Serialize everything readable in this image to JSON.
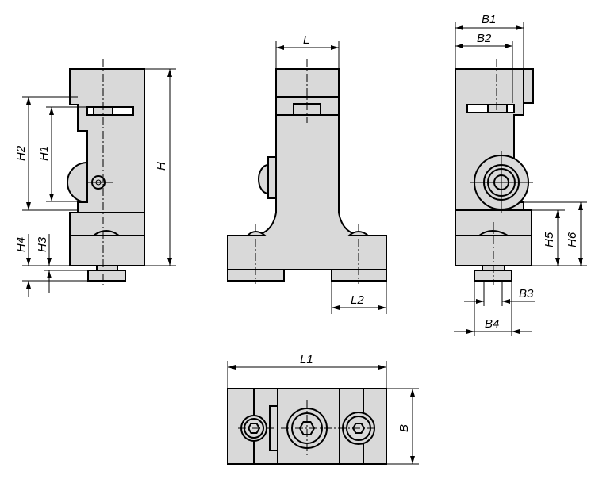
{
  "title": "Technical drawing of clamping element (side, front, side and top views)",
  "dimensions": {
    "H": "H",
    "H1": "H1",
    "H2": "H2",
    "H3": "H3",
    "H4": "H4",
    "H5": "H5",
    "H6": "H6",
    "L": "L",
    "L1": "L1",
    "L2": "L2",
    "B": "B",
    "B1": "B1",
    "B2": "B2",
    "B3": "B3",
    "B4": "B4"
  },
  "colors": {
    "part_fill": "#d9d9d9",
    "line": "#000000"
  }
}
